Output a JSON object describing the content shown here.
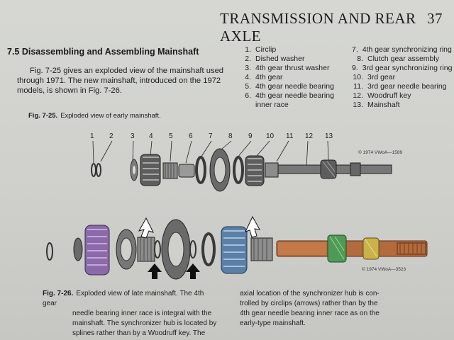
{
  "header": {
    "title": "TRANSMISSION AND REAR AXLE",
    "page_number": "37"
  },
  "section": {
    "title": "7.5 Disassembling and Assembling Mainshaft",
    "intro_lines": [
      "Fig. 7-25 gives an exploded view of the mainshaft used",
      "through 1971. The new mainshaft, introduced on the 1972",
      "models, is shown in Fig. 7-26."
    ]
  },
  "legend_left": [
    {
      "n": "1.",
      "text": "Circlip"
    },
    {
      "n": "2.",
      "text": "Dished washer"
    },
    {
      "n": "3.",
      "text": "4th gear thrust washer"
    },
    {
      "n": "4.",
      "text": "4th gear"
    },
    {
      "n": "5.",
      "text": "4th gear needle bearing"
    },
    {
      "n": "6.",
      "text": "4th gear needle bearing"
    }
  ],
  "legend_left_cont": "inner race",
  "legend_right": [
    {
      "n": "7.",
      "text": "4th gear synchronizing ring"
    },
    {
      "n": "8.",
      "text": "Clutch gear assembly"
    },
    {
      "n": "9.",
      "text": "3rd gear synchronizing ring"
    },
    {
      "n": "10.",
      "text": "3rd gear"
    },
    {
      "n": "11.",
      "text": "3rd gear needle bearing"
    },
    {
      "n": "12.",
      "text": "Woodruff key"
    },
    {
      "n": "13.",
      "text": "Mainshaft"
    }
  ],
  "fig25": {
    "label": "Fig. 7-25.",
    "caption": "Exploded view of early mainshaft.",
    "copyright": "© 1974 VWoA—1589"
  },
  "callouts": [
    "1",
    "2",
    "3",
    "4",
    "5",
    "6",
    "7",
    "8",
    "9",
    "10",
    "11",
    "12",
    "13"
  ],
  "fig26": {
    "label": "Fig. 7-26.",
    "caption_lines": [
      "Exploded view of late mainshaft. The 4th gear",
      "needle bearing inner race is integral with the",
      "mainshaft. The synchronizer hub is located by",
      "splines rather than by a Woodruff key. The"
    ],
    "caption_lines_2": [
      "axial location of the synchronizer hub is con-",
      "trolled by circlips (arrows) rather than by the",
      "4th gear needle bearing inner race as on the",
      "early-type mainshaft."
    ],
    "copyright": "© 1974 VWoA—3523"
  },
  "colors": {
    "page": "#d2d3cf",
    "purple_gear": "#8a6aa8",
    "blue_gear": "#5a7fa8",
    "copper_shaft": "#b36a3c",
    "green_gear": "#4f9a55",
    "yellow_gear": "#c9b24a",
    "steel": "#6e6e6e"
  }
}
